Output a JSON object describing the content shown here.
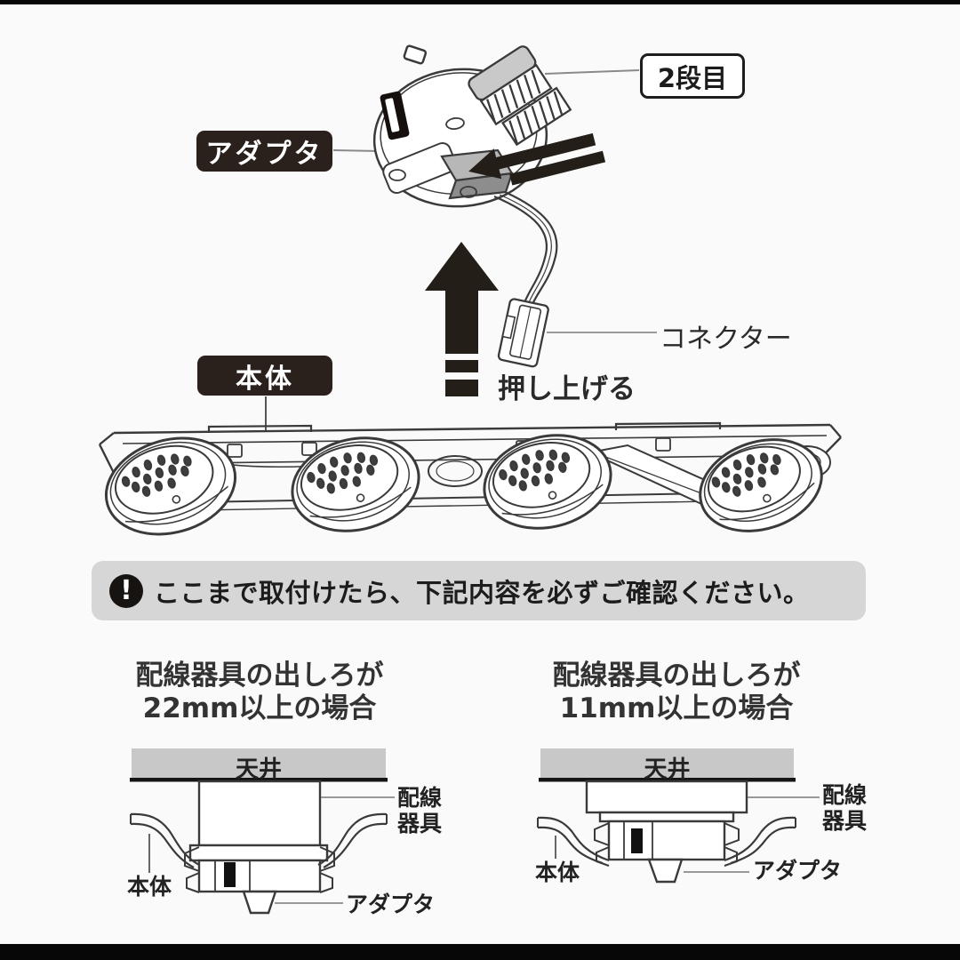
{
  "top_diagram": {
    "step2_label": "2段目",
    "adapter_label": "アダプタ",
    "connector_label": "コネクター",
    "push_up_label": "押し上げる",
    "body_label": "本体"
  },
  "notice": {
    "icon": "exclamation-icon",
    "icon_glyph": "!",
    "text": "ここまで取付けたら、下記内容を必ずご確認ください。",
    "bg_color": "#d6d6d6"
  },
  "cases": {
    "left": {
      "heading_line1": "配線器具の出しろが",
      "heading_line2": "22mm以上の場合",
      "ceiling_label": "天井",
      "wiring_label_line1": "配線",
      "wiring_label_line2": "器具",
      "body_label": "本体",
      "adapter_label": "アダプタ"
    },
    "right": {
      "heading_line1": "配線器具の出しろが",
      "heading_line2": "11mm以上の場合",
      "ceiling_label": "天井",
      "wiring_label_line1": "配線",
      "wiring_label_line2": "器具",
      "body_label": "本体",
      "adapter_label": "アダプタ"
    }
  },
  "colors": {
    "label_box": "#2a211d",
    "arrow": "#241e19",
    "line_ink": "#3a3a3a",
    "ceiling_fill": "#c8c8c8",
    "letterbox": "#070707"
  }
}
